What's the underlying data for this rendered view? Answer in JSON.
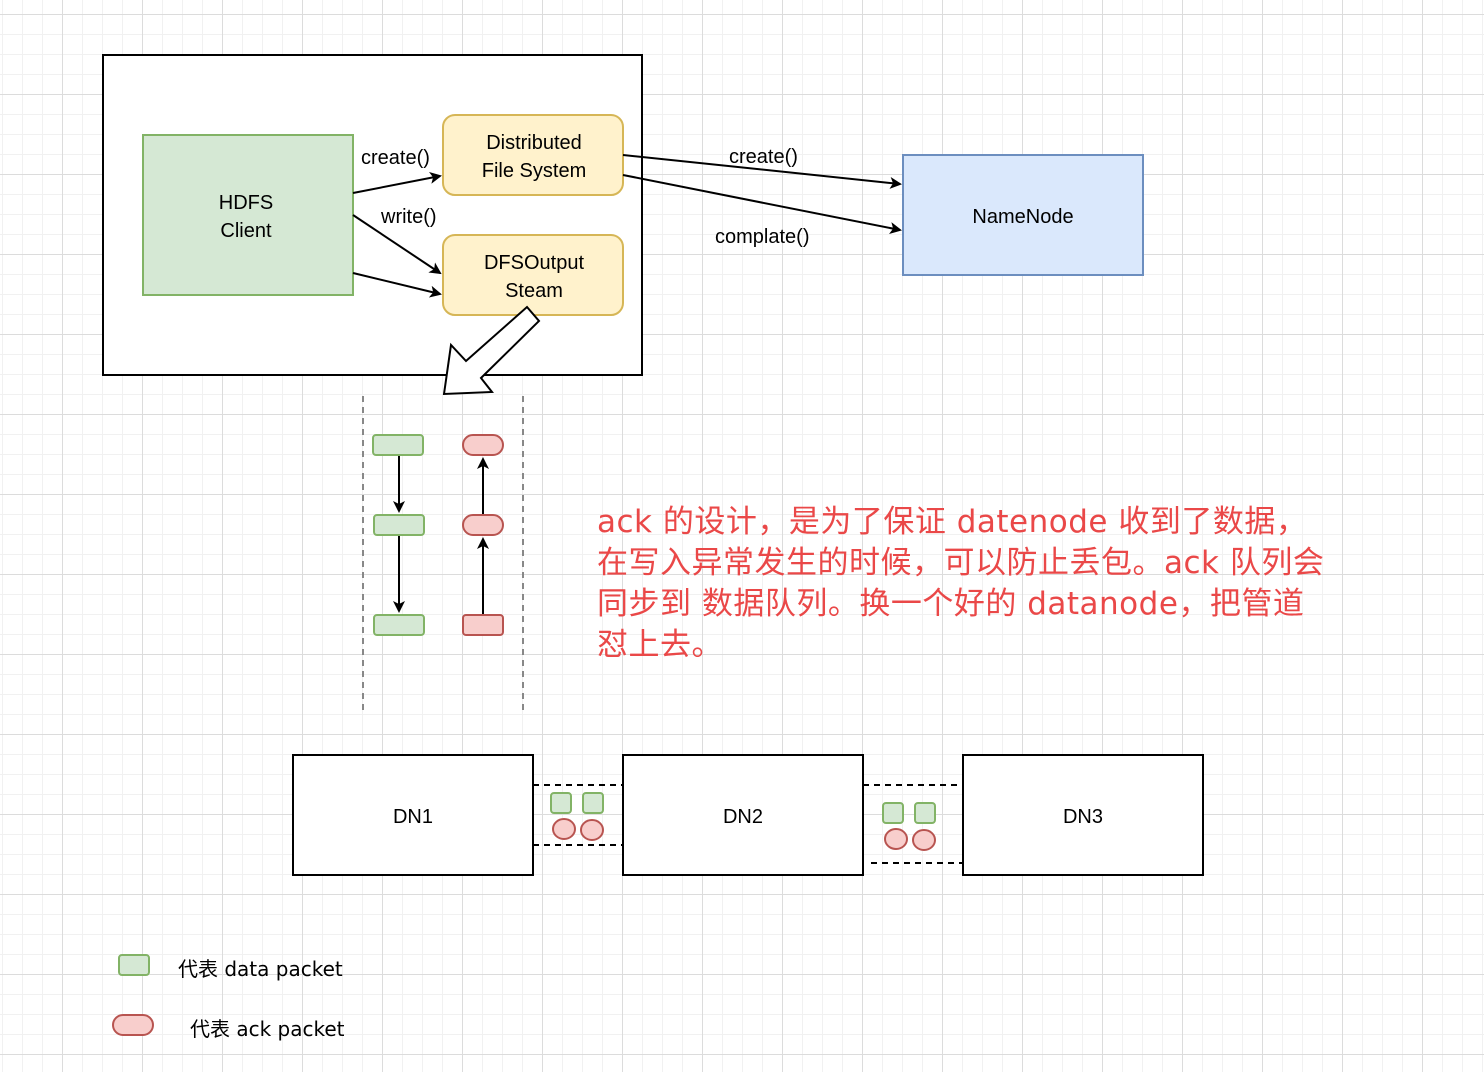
{
  "colors": {
    "data_fill": "#d5e8d4",
    "data_stroke": "#82b366",
    "ack_fill": "#f8cecc",
    "ack_stroke": "#b85450",
    "dfs_fill": "#fff2cc",
    "dfs_stroke": "#d6b656",
    "namenode_fill": "#dae8fc",
    "namenode_stroke": "#6c8ebf",
    "note_color": "#EA4848"
  },
  "client": {
    "node_label_lines": [
      "HDFS",
      "Client"
    ]
  },
  "dfs": {
    "label_lines": [
      "Distributed",
      "File System"
    ]
  },
  "output_stream": {
    "label_lines": [
      "DFSOutput",
      "Steam"
    ]
  },
  "namenode": {
    "label": "NameNode"
  },
  "edges": {
    "client_create": "create()",
    "client_write": "write()",
    "nn_create": "create()",
    "nn_complete": "complate()"
  },
  "datanodes": [
    {
      "label": "DN1"
    },
    {
      "label": "DN2"
    },
    {
      "label": "DN3"
    }
  ],
  "note": {
    "lines": [
      "ack 的设计，是为了保证 datenode 收到了数据，",
      "在写入异常发生的时候，可以防止丢包。ack 队列会",
      "同步到 数据队列。换一个好的 datanode，把管道",
      "怼上去。"
    ]
  },
  "legend": {
    "data_label": "代表 data packet",
    "ack_label": "代表 ack packet"
  }
}
